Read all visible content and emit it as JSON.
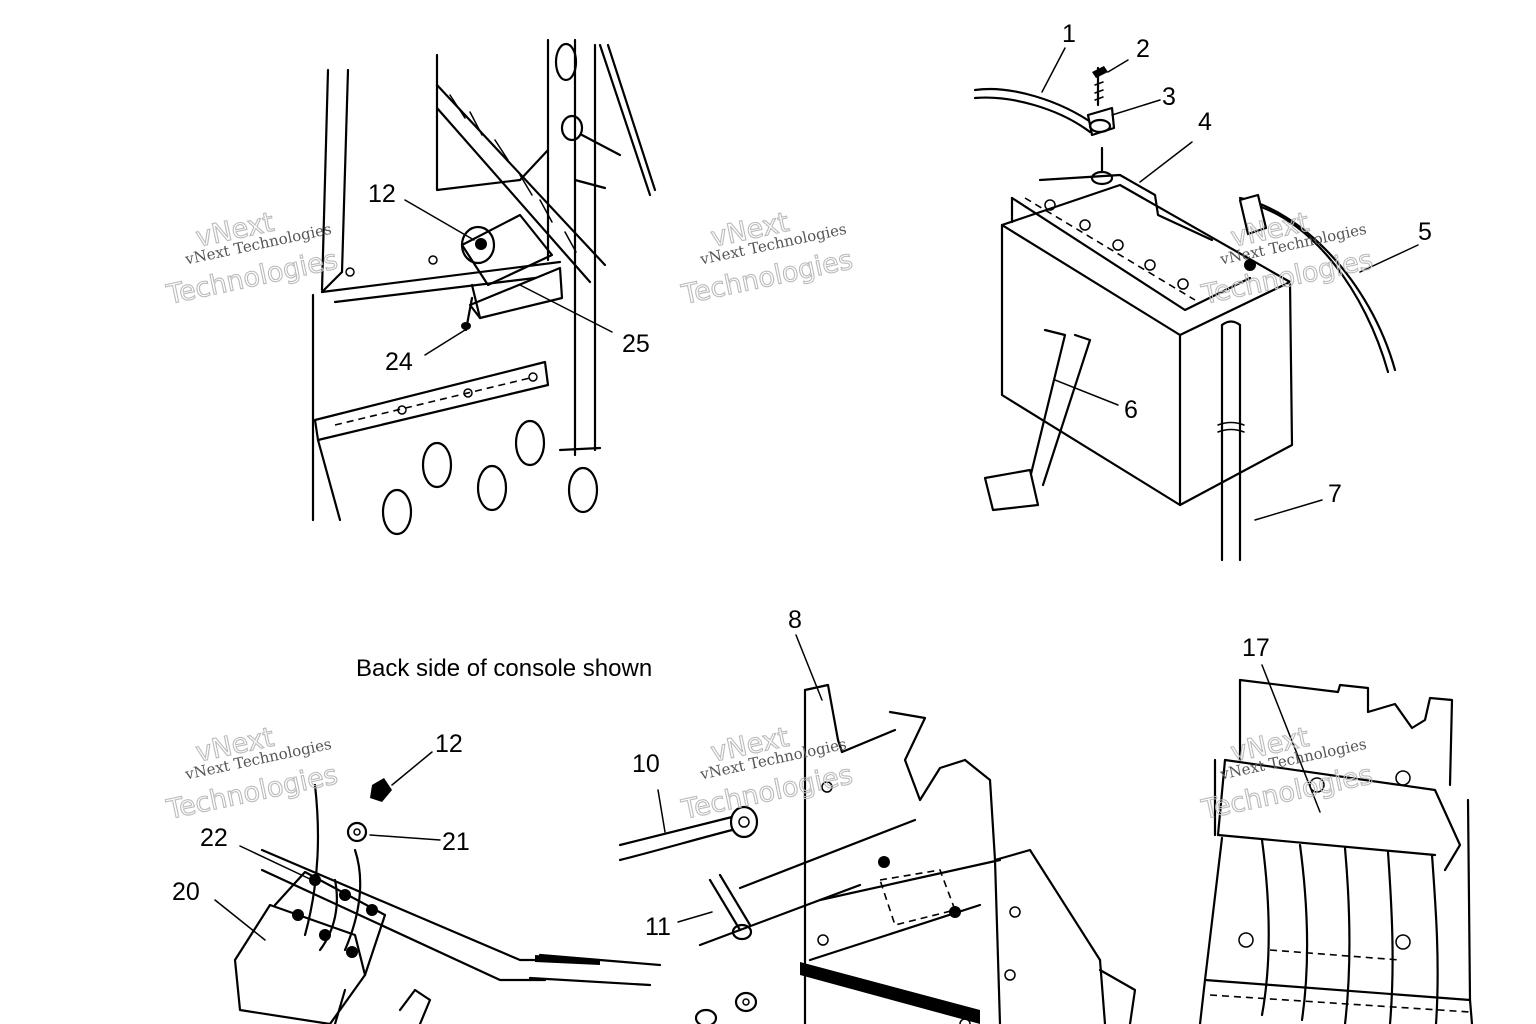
{
  "caption": "Back side of console shown",
  "callouts": {
    "c1": "1",
    "c2": "2",
    "c3": "3",
    "c4": "4",
    "c5": "5",
    "c6": "6",
    "c7": "7",
    "c8": "8",
    "c10": "10",
    "c11": "11",
    "c12_top": "12",
    "c12_bottom": "12",
    "c17": "17",
    "c20": "20",
    "c21": "21",
    "c22": "22",
    "c24": "24",
    "c25": "25"
  },
  "watermark": {
    "brand": "vNext Technologies",
    "line1": "vNext",
    "line2": "Technologies"
  }
}
